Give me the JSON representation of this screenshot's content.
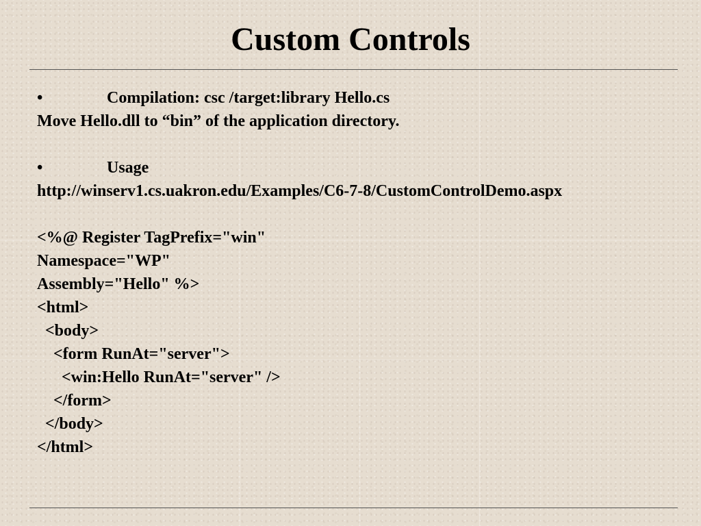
{
  "slide": {
    "title": "Custom Controls",
    "bullets": [
      {
        "marker": "•",
        "text": "Compilation: csc /target:library Hello.cs",
        "continuation": "Move Hello.dll to “bin” of the application directory."
      },
      {
        "marker": "•",
        "text": "Usage",
        "continuation": "http://winserv1.cs.uakron.edu/Examples/C6-7-8/CustomControlDemo.aspx"
      }
    ],
    "code_lines": [
      "<%@ Register TagPrefix=\"win\"",
      "Namespace=\"WP\"",
      "Assembly=\"Hello\" %>",
      "<html>",
      "  <body>",
      "    <form RunAt=\"server\">",
      "      <win:Hello RunAt=\"server\" />",
      "    </form>",
      "  </body>",
      "</html>"
    ]
  }
}
